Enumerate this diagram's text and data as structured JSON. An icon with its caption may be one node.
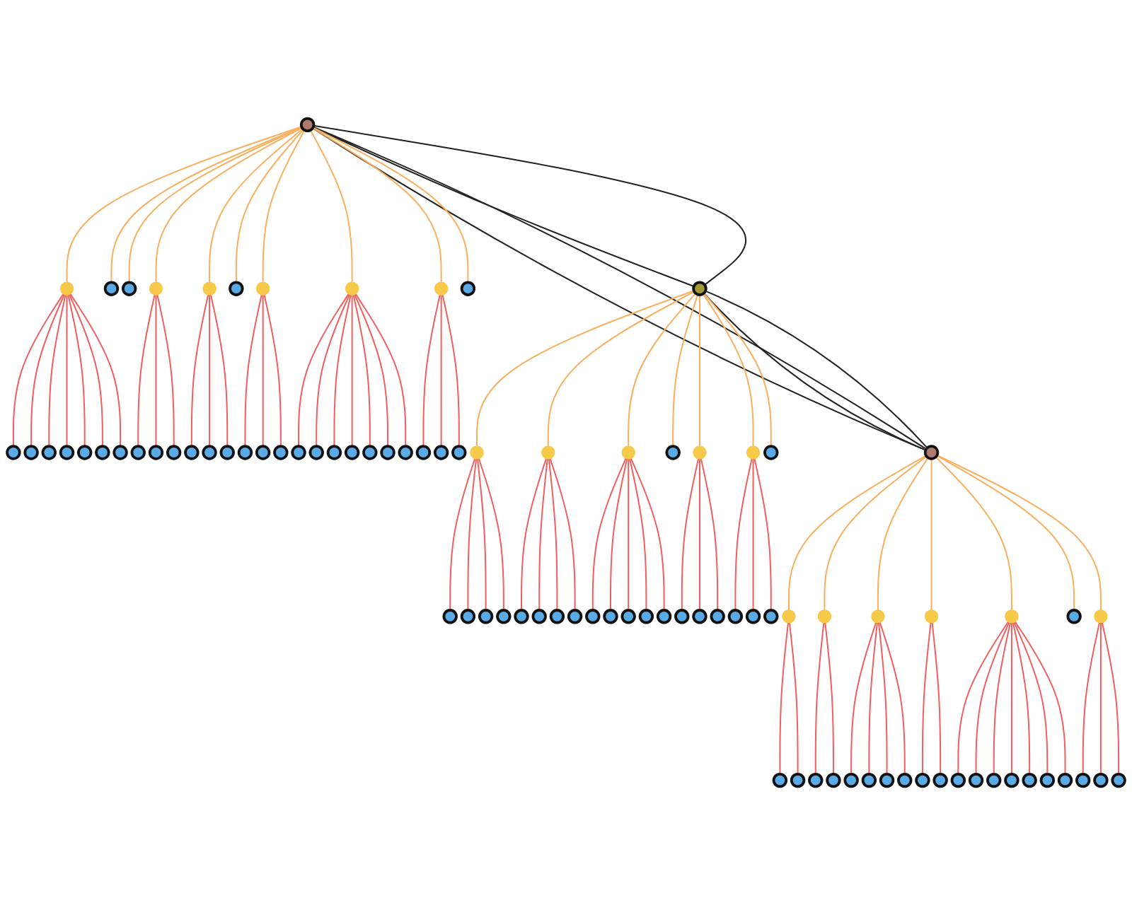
{
  "diagram": {
    "nodes": [
      {
        "text": [],
        "shape": "circle"
      },
      {
        "text": [],
        "shape": "dot"
      },
      {
        "text": [],
        "shape": "circle"
      },
      {
        "text": [],
        "shape": "circle"
      },
      {
        "text": [],
        "shape": "circle"
      },
      {
        "text": [],
        "shape": "circle"
      },
      {
        "text": [],
        "shape": "circle"
      },
      {
        "text": [],
        "shape": "circle"
      },
      {
        "text": [],
        "shape": "circle"
      },
      {
        "text": [],
        "shape": "circle"
      },
      {
        "text": [],
        "shape": "circle"
      },
      {
        "text": [],
        "shape": "dot"
      },
      {
        "text": [],
        "shape": "circle"
      },
      {
        "text": [],
        "shape": "circle"
      },
      {
        "text": [],
        "shape": "circle"
      },
      {
        "text": [],
        "shape": "dot"
      },
      {
        "text": [],
        "shape": "circle"
      },
      {
        "text": [],
        "shape": "circle"
      },
      {
        "text": [],
        "shape": "circle"
      },
      {
        "text": [],
        "shape": "circle"
      },
      {
        "text": [],
        "shape": "dot"
      },
      {
        "text": [],
        "shape": "circle"
      },
      {
        "text": [],
        "shape": "circle"
      },
      {
        "text": [],
        "shape": "circle"
      },
      {
        "text": [],
        "shape": "dot"
      },
      {
        "text": [],
        "shape": "circle"
      },
      {
        "text": [],
        "shape": "circle"
      },
      {
        "text": [],
        "shape": "circle"
      },
      {
        "text": [],
        "shape": "circle"
      },
      {
        "text": [],
        "shape": "circle"
      },
      {
        "text": [],
        "shape": "circle"
      },
      {
        "text": [],
        "shape": "circle"
      },
      {
        "text": [],
        "shape": "dot"
      },
      {
        "text": [],
        "shape": "circle"
      },
      {
        "text": [],
        "shape": "circle"
      },
      {
        "text": [],
        "shape": "circle"
      },
      {
        "text": [],
        "shape": "circle"
      },
      {
        "text": [],
        "shape": "circle"
      },
      {
        "text": [],
        "shape": "dot"
      },
      {
        "text": [],
        "shape": "circle"
      },
      {
        "text": [],
        "shape": "circle"
      },
      {
        "text": [],
        "shape": "circle"
      },
      {
        "text": [],
        "shape": "circle"
      },
      {
        "text": [],
        "shape": "dot"
      },
      {
        "text": [],
        "shape": "circle"
      },
      {
        "text": [],
        "shape": "circle"
      },
      {
        "text": [],
        "shape": "circle"
      },
      {
        "text": [],
        "shape": "circle"
      },
      {
        "text": [],
        "shape": "dot"
      },
      {
        "text": [],
        "shape": "circle"
      },
      {
        "text": [],
        "shape": "circle"
      },
      {
        "text": [],
        "shape": "circle"
      },
      {
        "text": [],
        "shape": "circle"
      },
      {
        "text": [],
        "shape": "circle"
      },
      {
        "text": [],
        "shape": "circle"
      },
      {
        "text": [],
        "shape": "dot"
      },
      {
        "text": [],
        "shape": "circle"
      },
      {
        "text": [],
        "shape": "circle"
      },
      {
        "text": [],
        "shape": "circle"
      },
      {
        "text": [],
        "shape": "dot"
      },
      {
        "text": [],
        "shape": "circle"
      },
      {
        "text": [],
        "shape": "circle"
      },
      {
        "text": [],
        "shape": "circle"
      },
      {
        "text": [],
        "shape": "circle"
      },
      {
        "text": [],
        "shape": "circle"
      },
      {
        "text": [],
        "shape": "dot"
      },
      {
        "text": [],
        "shape": "circle"
      },
      {
        "text": [],
        "shape": "circle"
      },
      {
        "text": [],
        "shape": "dot"
      },
      {
        "text": [],
        "shape": "circle"
      },
      {
        "text": [],
        "shape": "circle"
      },
      {
        "text": [],
        "shape": "dot"
      },
      {
        "text": [],
        "shape": "circle"
      },
      {
        "text": [],
        "shape": "circle"
      },
      {
        "text": [],
        "shape": "circle"
      },
      {
        "text": [],
        "shape": "circle"
      },
      {
        "text": [],
        "shape": "dot"
      },
      {
        "text": [],
        "shape": "circle"
      },
      {
        "text": [],
        "shape": "circle"
      },
      {
        "text": [],
        "shape": "dot"
      },
      {
        "text": [],
        "shape": "circle"
      },
      {
        "text": [],
        "shape": "circle"
      },
      {
        "text": [],
        "shape": "circle"
      },
      {
        "text": [],
        "shape": "circle"
      },
      {
        "text": [],
        "shape": "circle"
      },
      {
        "text": [],
        "shape": "circle"
      },
      {
        "text": [],
        "shape": "circle"
      },
      {
        "text": [],
        "shape": "circle"
      },
      {
        "text": [],
        "shape": "dot"
      },
      {
        "text": [],
        "shape": "circle"
      },
      {
        "text": [],
        "shape": "circle"
      },
      {
        "text": [],
        "shape": "circle"
      }
    ],
    "edges": [
      {
        "from": 0,
        "to": 37,
        "arrow": "none",
        "color": "#222222"
      },
      {
        "from": 0,
        "to": 37,
        "arrow": "none",
        "color": "#222222"
      },
      {
        "from": 0,
        "to": 64,
        "arrow": "none",
        "color": "#222222"
      },
      {
        "from": 0,
        "to": 64,
        "arrow": "none",
        "color": "#222222"
      },
      {
        "from": 37,
        "to": 64,
        "arrow": "none",
        "color": "#222222"
      },
      {
        "from": 37,
        "to": 64,
        "arrow": "none",
        "color": "#222222"
      },
      {
        "from": 0,
        "to": 1,
        "arrow": "none",
        "color": "#f8b060"
      },
      {
        "from": 1,
        "to": 2,
        "arrow": "none"
      },
      {
        "from": 1,
        "to": 3,
        "arrow": "none"
      },
      {
        "from": 1,
        "to": 4,
        "arrow": "none"
      },
      {
        "from": 1,
        "to": 5,
        "arrow": "none"
      },
      {
        "from": 1,
        "to": 6,
        "arrow": "none"
      },
      {
        "from": 1,
        "to": 7,
        "arrow": "none"
      },
      {
        "from": 1,
        "to": 8,
        "arrow": "none"
      },
      {
        "from": 0,
        "to": 9,
        "arrow": "none",
        "color": "#f8b060"
      },
      {
        "from": 0,
        "to": 10,
        "arrow": "none",
        "color": "#f8b060"
      },
      {
        "from": 0,
        "to": 11,
        "arrow": "none",
        "color": "#f8b060"
      },
      {
        "from": 11,
        "to": 12,
        "arrow": "none"
      },
      {
        "from": 11,
        "to": 13,
        "arrow": "none"
      },
      {
        "from": 11,
        "to": 14,
        "arrow": "none"
      },
      {
        "from": 0,
        "to": 15,
        "arrow": "none",
        "color": "#f8b060"
      },
      {
        "from": 15,
        "to": 16,
        "arrow": "none"
      },
      {
        "from": 15,
        "to": 17,
        "arrow": "none"
      },
      {
        "from": 15,
        "to": 18,
        "arrow": "none"
      },
      {
        "from": 0,
        "to": 19,
        "arrow": "none",
        "color": "#f8b060"
      },
      {
        "from": 0,
        "to": 20,
        "arrow": "none",
        "color": "#f8b060"
      },
      {
        "from": 20,
        "to": 21,
        "arrow": "none"
      },
      {
        "from": 20,
        "to": 22,
        "arrow": "none"
      },
      {
        "from": 20,
        "to": 23,
        "arrow": "none"
      },
      {
        "from": 0,
        "to": 24,
        "arrow": "none",
        "color": "#f8b060"
      },
      {
        "from": 24,
        "to": 25,
        "arrow": "none"
      },
      {
        "from": 24,
        "to": 26,
        "arrow": "none"
      },
      {
        "from": 24,
        "to": 27,
        "arrow": "none"
      },
      {
        "from": 24,
        "to": 28,
        "arrow": "none"
      },
      {
        "from": 24,
        "to": 29,
        "arrow": "none"
      },
      {
        "from": 24,
        "to": 30,
        "arrow": "none"
      },
      {
        "from": 24,
        "to": 31,
        "arrow": "none"
      },
      {
        "from": 0,
        "to": 32,
        "arrow": "none",
        "color": "#f8b060"
      },
      {
        "from": 32,
        "to": 33,
        "arrow": "none"
      },
      {
        "from": 32,
        "to": 34,
        "arrow": "none"
      },
      {
        "from": 32,
        "to": 35,
        "arrow": "none"
      },
      {
        "from": 0,
        "to": 36,
        "arrow": "none",
        "color": "#f8b060"
      },
      {
        "from": 37,
        "to": 38,
        "arrow": "none",
        "color": "#f8b060"
      },
      {
        "from": 38,
        "to": 39,
        "arrow": "none"
      },
      {
        "from": 38,
        "to": 40,
        "arrow": "none"
      },
      {
        "from": 38,
        "to": 41,
        "arrow": "none"
      },
      {
        "from": 38,
        "to": 42,
        "arrow": "none"
      },
      {
        "from": 37,
        "to": 43,
        "arrow": "none",
        "color": "#f8b060"
      },
      {
        "from": 43,
        "to": 44,
        "arrow": "none"
      },
      {
        "from": 43,
        "to": 45,
        "arrow": "none"
      },
      {
        "from": 43,
        "to": 46,
        "arrow": "none"
      },
      {
        "from": 43,
        "to": 47,
        "arrow": "none"
      },
      {
        "from": 37,
        "to": 48,
        "arrow": "none",
        "color": "#f8b060"
      },
      {
        "from": 48,
        "to": 49,
        "arrow": "none"
      },
      {
        "from": 48,
        "to": 50,
        "arrow": "none"
      },
      {
        "from": 48,
        "to": 51,
        "arrow": "none"
      },
      {
        "from": 48,
        "to": 52,
        "arrow": "none"
      },
      {
        "from": 48,
        "to": 53,
        "arrow": "none"
      },
      {
        "from": 37,
        "to": 54,
        "arrow": "none",
        "color": "#f8b060"
      },
      {
        "from": 37,
        "to": 55,
        "arrow": "none",
        "color": "#f8b060"
      },
      {
        "from": 55,
        "to": 56,
        "arrow": "none"
      },
      {
        "from": 55,
        "to": 57,
        "arrow": "none"
      },
      {
        "from": 55,
        "to": 58,
        "arrow": "none"
      },
      {
        "from": 37,
        "to": 59,
        "arrow": "none",
        "color": "#f8b060"
      },
      {
        "from": 59,
        "to": 60,
        "arrow": "none"
      },
      {
        "from": 59,
        "to": 61,
        "arrow": "none"
      },
      {
        "from": 59,
        "to": 62,
        "arrow": "none"
      },
      {
        "from": 37,
        "to": 63,
        "arrow": "none",
        "color": "#f8b060"
      },
      {
        "from": 64,
        "to": 65,
        "arrow": "none",
        "color": "#f8b060"
      },
      {
        "from": 65,
        "to": 66,
        "arrow": "none"
      },
      {
        "from": 65,
        "to": 67,
        "arrow": "none"
      },
      {
        "from": 64,
        "to": 68,
        "arrow": "none",
        "color": "#f8b060"
      },
      {
        "from": 68,
        "to": 69,
        "arrow": "none"
      },
      {
        "from": 68,
        "to": 70,
        "arrow": "none"
      },
      {
        "from": 64,
        "to": 71,
        "arrow": "none",
        "color": "#f8b060"
      },
      {
        "from": 71,
        "to": 72,
        "arrow": "none"
      },
      {
        "from": 71,
        "to": 73,
        "arrow": "none"
      },
      {
        "from": 71,
        "to": 74,
        "arrow": "none"
      },
      {
        "from": 71,
        "to": 75,
        "arrow": "none"
      },
      {
        "from": 64,
        "to": 76,
        "arrow": "none",
        "color": "#f8b060"
      },
      {
        "from": 76,
        "to": 77,
        "arrow": "none"
      },
      {
        "from": 76,
        "to": 78,
        "arrow": "none"
      },
      {
        "from": 64,
        "to": 79,
        "arrow": "none",
        "color": "#f8b060"
      },
      {
        "from": 79,
        "to": 80,
        "arrow": "none"
      },
      {
        "from": 79,
        "to": 81,
        "arrow": "none"
      },
      {
        "from": 79,
        "to": 82,
        "arrow": "none"
      },
      {
        "from": 79,
        "to": 83,
        "arrow": "none"
      },
      {
        "from": 79,
        "to": 84,
        "arrow": "none"
      },
      {
        "from": 79,
        "to": 85,
        "arrow": "none"
      },
      {
        "from": 79,
        "to": 86,
        "arrow": "none"
      },
      {
        "from": 64,
        "to": 87,
        "arrow": "none",
        "color": "#f8b060"
      },
      {
        "from": 64,
        "to": 88,
        "arrow": "none",
        "color": "#f8b060"
      },
      {
        "from": 88,
        "to": 89,
        "arrow": "none"
      },
      {
        "from": 88,
        "to": 90,
        "arrow": "none"
      },
      {
        "from": 88,
        "to": 91,
        "arrow": "none"
      }
    ]
  }
}
